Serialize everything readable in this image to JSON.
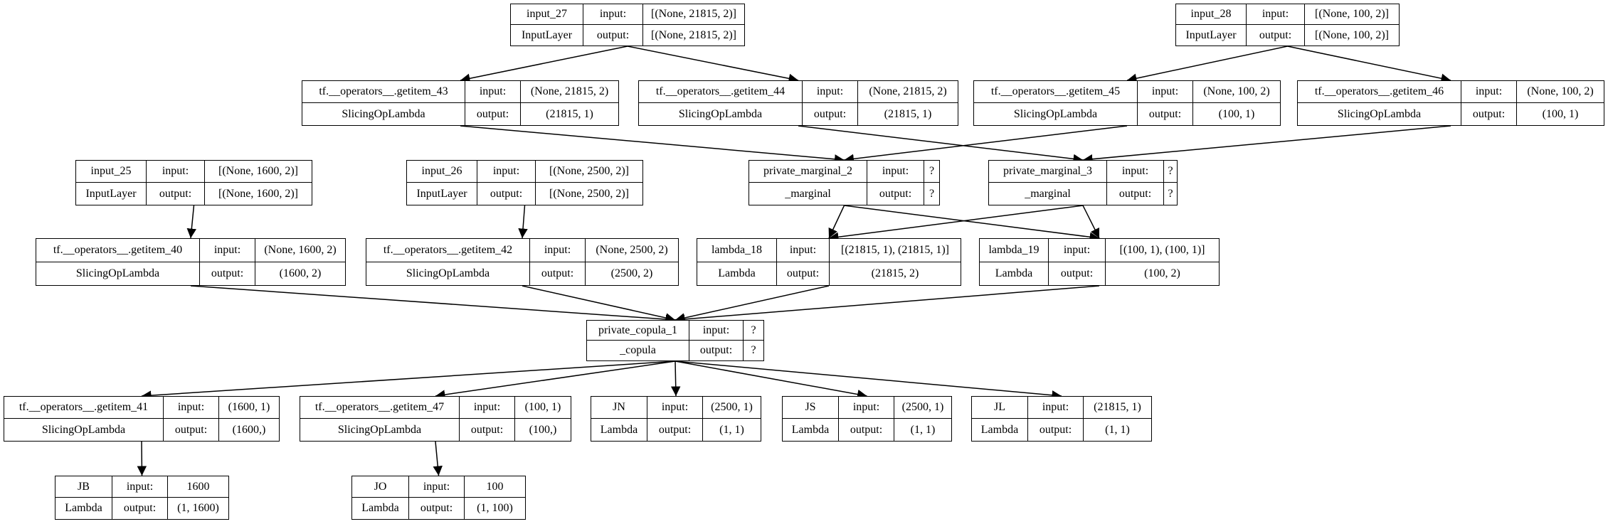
{
  "nodes": [
    {
      "id": "input_27",
      "name": "input_27",
      "type": "InputLayer",
      "input": "[(None, 21815, 2)]",
      "output": "[(None, 21815, 2)]"
    },
    {
      "id": "input_28",
      "name": "input_28",
      "type": "InputLayer",
      "input": "[(None, 100, 2)]",
      "output": "[(None, 100, 2)]"
    },
    {
      "id": "getitem_43",
      "name": "tf.__operators__.getitem_43",
      "type": "SlicingOpLambda",
      "input": "(None, 21815, 2)",
      "output": "(21815, 1)"
    },
    {
      "id": "getitem_44",
      "name": "tf.__operators__.getitem_44",
      "type": "SlicingOpLambda",
      "input": "(None, 21815, 2)",
      "output": "(21815, 1)"
    },
    {
      "id": "getitem_45",
      "name": "tf.__operators__.getitem_45",
      "type": "SlicingOpLambda",
      "input": "(None, 100, 2)",
      "output": "(100, 1)"
    },
    {
      "id": "getitem_46",
      "name": "tf.__operators__.getitem_46",
      "type": "SlicingOpLambda",
      "input": "(None, 100, 2)",
      "output": "(100, 1)"
    },
    {
      "id": "input_25",
      "name": "input_25",
      "type": "InputLayer",
      "input": "[(None, 1600, 2)]",
      "output": "[(None, 1600, 2)]"
    },
    {
      "id": "input_26",
      "name": "input_26",
      "type": "InputLayer",
      "input": "[(None, 2500, 2)]",
      "output": "[(None, 2500, 2)]"
    },
    {
      "id": "marginal_2",
      "name": "private_marginal_2",
      "type": "_marginal",
      "input": "?",
      "output": "?"
    },
    {
      "id": "marginal_3",
      "name": "private_marginal_3",
      "type": "_marginal",
      "input": "?",
      "output": "?"
    },
    {
      "id": "getitem_40",
      "name": "tf.__operators__.getitem_40",
      "type": "SlicingOpLambda",
      "input": "(None, 1600, 2)",
      "output": "(1600, 2)"
    },
    {
      "id": "getitem_42",
      "name": "tf.__operators__.getitem_42",
      "type": "SlicingOpLambda",
      "input": "(None, 2500, 2)",
      "output": "(2500, 2)"
    },
    {
      "id": "lambda_18",
      "name": "lambda_18",
      "type": "Lambda",
      "input": "[(21815, 1), (21815, 1)]",
      "output": "(21815, 2)"
    },
    {
      "id": "lambda_19",
      "name": "lambda_19",
      "type": "Lambda",
      "input": "[(100, 1), (100, 1)]",
      "output": "(100, 2)"
    },
    {
      "id": "copula_1",
      "name": "private_copula_1",
      "type": "_copula",
      "input": "?",
      "output": "?"
    },
    {
      "id": "getitem_41",
      "name": "tf.__operators__.getitem_41",
      "type": "SlicingOpLambda",
      "input": "(1600, 1)",
      "output": "(1600,)"
    },
    {
      "id": "getitem_47",
      "name": "tf.__operators__.getitem_47",
      "type": "SlicingOpLambda",
      "input": "(100, 1)",
      "output": "(100,)"
    },
    {
      "id": "JN",
      "name": "JN",
      "type": "Lambda",
      "input": "(2500, 1)",
      "output": "(1, 1)"
    },
    {
      "id": "JS",
      "name": "JS",
      "type": "Lambda",
      "input": "(2500, 1)",
      "output": "(1, 1)"
    },
    {
      "id": "JL",
      "name": "JL",
      "type": "Lambda",
      "input": "(21815, 1)",
      "output": "(1, 1)"
    },
    {
      "id": "JB",
      "name": "JB",
      "type": "Lambda",
      "input": "1600",
      "output": "(1, 1600)"
    },
    {
      "id": "JO",
      "name": "JO",
      "type": "Lambda",
      "input": "100",
      "output": "(1, 100)"
    }
  ],
  "labels": {
    "input": "input:",
    "output": "output:"
  },
  "edges": [
    [
      "input_27",
      "getitem_43"
    ],
    [
      "input_27",
      "getitem_44"
    ],
    [
      "input_28",
      "getitem_45"
    ],
    [
      "input_28",
      "getitem_46"
    ],
    [
      "getitem_43",
      "marginal_2"
    ],
    [
      "getitem_45",
      "marginal_2"
    ],
    [
      "getitem_44",
      "marginal_3"
    ],
    [
      "getitem_46",
      "marginal_3"
    ],
    [
      "input_25",
      "getitem_40"
    ],
    [
      "input_26",
      "getitem_42"
    ],
    [
      "marginal_2",
      "lambda_18"
    ],
    [
      "marginal_3",
      "lambda_18"
    ],
    [
      "marginal_2",
      "lambda_19"
    ],
    [
      "marginal_3",
      "lambda_19"
    ],
    [
      "getitem_40",
      "copula_1"
    ],
    [
      "getitem_42",
      "copula_1"
    ],
    [
      "lambda_18",
      "copula_1"
    ],
    [
      "lambda_19",
      "copula_1"
    ],
    [
      "copula_1",
      "getitem_41"
    ],
    [
      "copula_1",
      "getitem_47"
    ],
    [
      "copula_1",
      "JN"
    ],
    [
      "copula_1",
      "JS"
    ],
    [
      "copula_1",
      "JL"
    ],
    [
      "getitem_41",
      "JB"
    ],
    [
      "getitem_47",
      "JO"
    ]
  ]
}
